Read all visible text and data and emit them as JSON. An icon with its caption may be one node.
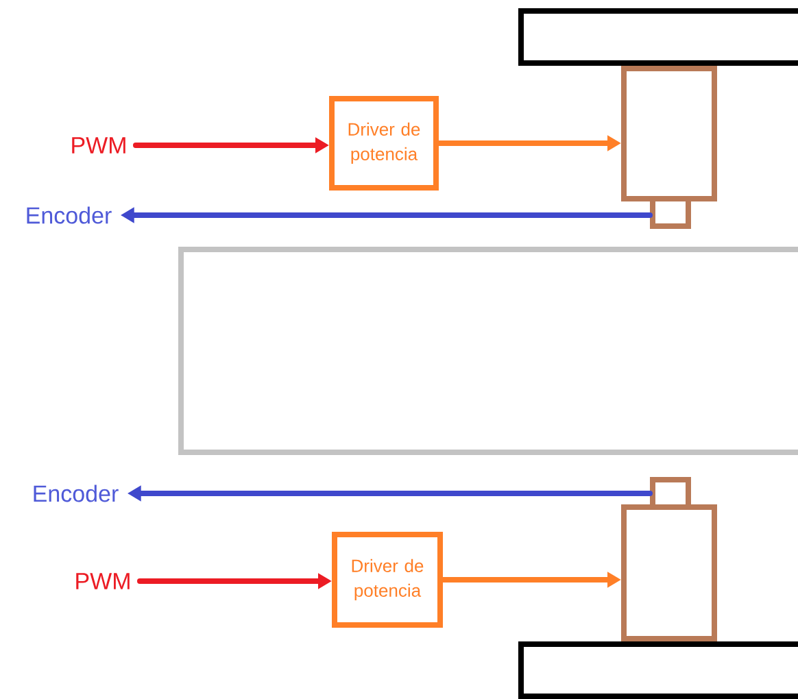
{
  "diagram": {
    "nodes": [
      {
        "text": [
          "PWM"
        ]
      },
      {
        "text": [
          "Driver de potencia"
        ]
      },
      {
        "text": [],
        "shape": "box"
      },
      {
        "text": [
          "Encoder"
        ]
      },
      {
        "text": [],
        "shape": "box"
      },
      {
        "text": [
          "Encoder"
        ]
      },
      {
        "text": [],
        "shape": "box"
      },
      {
        "text": [
          "PWM"
        ]
      },
      {
        "text": [
          "Driver de potencia"
        ]
      },
      {
        "text": [],
        "shape": "box"
      },
      {
        "text": [],
        "shape": "box"
      },
      {
        "text": [],
        "shape": "box"
      },
      {
        "text": [],
        "shape": "box"
      }
    ],
    "edges": [
      {
        "from": 0,
        "to": 1,
        "arrow": "to",
        "color": "#ec1c24"
      },
      {
        "from": 1,
        "to": 2,
        "arrow": "to",
        "color": "#ff7f27"
      },
      {
        "from": 4,
        "to": 3,
        "arrow": "to",
        "color": "#3f48cc"
      },
      {
        "from": 6,
        "to": 5,
        "arrow": "to",
        "color": "#3f48cc"
      },
      {
        "from": 7,
        "to": 8,
        "arrow": "to",
        "color": "#ec1c24"
      },
      {
        "from": 8,
        "to": 9,
        "arrow": "to",
        "color": "#ff7f27"
      }
    ]
  }
}
